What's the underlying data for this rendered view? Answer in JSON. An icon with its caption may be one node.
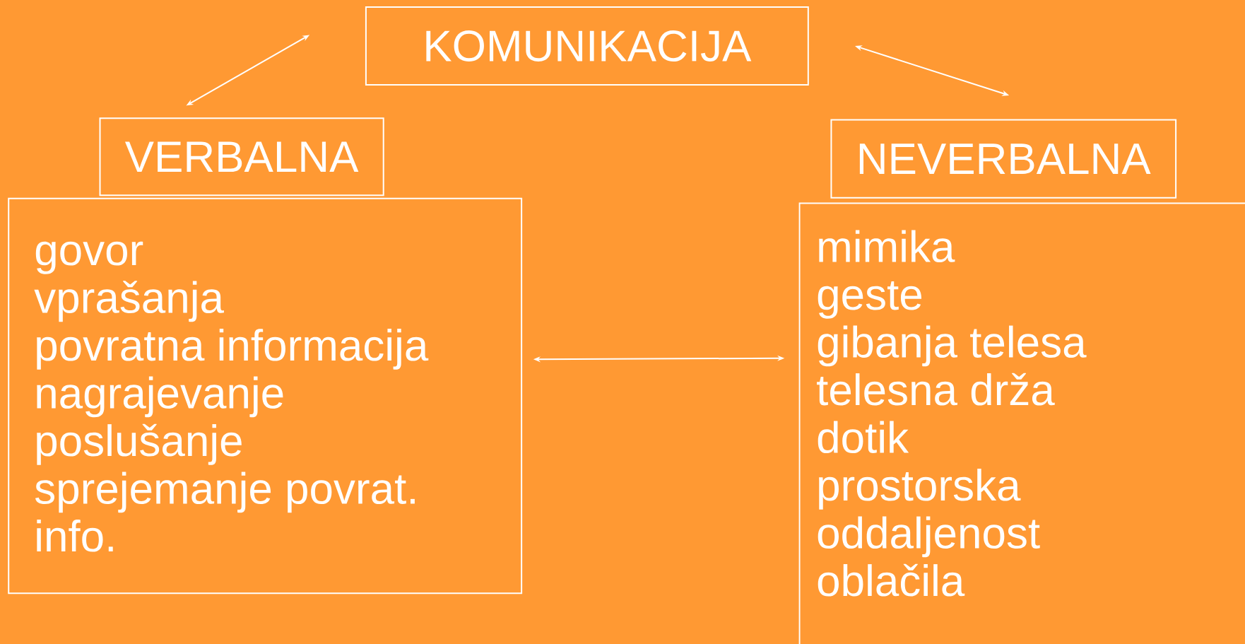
{
  "diagram": {
    "nodes": [
      {
        "text": [
          "KOMUNIKACIJA"
        ]
      },
      {
        "text": [
          "VERBALNA"
        ]
      },
      {
        "text": [
          "NEVERBALNA"
        ]
      },
      {
        "text": [
          "govor",
          "vprašanja",
          "povratna informacija",
          "nagrajevanje",
          "poslušanje",
          "sprejemanje povrat. info."
        ]
      },
      {
        "text": [
          "mimika",
          "geste",
          "gibanja telesa",
          "telesna drža",
          "dotik",
          "prostorska oddaljenost",
          "oblačila"
        ]
      }
    ],
    "edges": [
      {
        "from": 1,
        "to": 0,
        "arrow": "both"
      },
      {
        "from": 0,
        "to": 2,
        "arrow": "both"
      },
      {
        "from": 3,
        "to": 4,
        "arrow": "both"
      }
    ]
  }
}
